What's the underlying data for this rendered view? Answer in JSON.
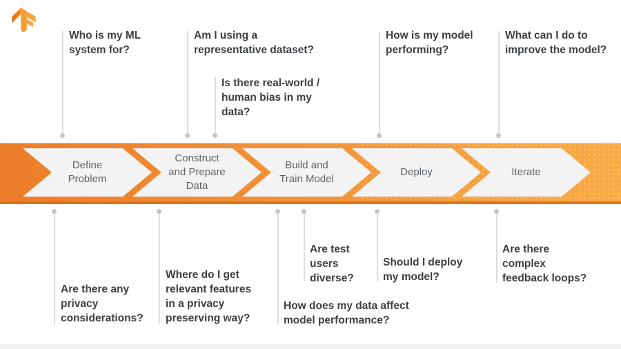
{
  "title": "TensorFlow ML workflow responsible-AI questions diagram",
  "colors": {
    "band_gradient_left": "#ED7D28",
    "band_gradient_right": "#F8AB43",
    "band_edge_dark": "#DE6F15",
    "chevron_fill": "#F2F3F2",
    "stage_text": "#5F6368",
    "question_text": "#3C4043",
    "leader_line": "#DBDDE0",
    "leader_dot": "#C2C5C9",
    "logo_dark_orange": "#E3650D",
    "logo_light_orange": "#F6A63C"
  },
  "stages": [
    {
      "label": [
        "Define",
        "Problem"
      ]
    },
    {
      "label": [
        "Construct",
        "and Prepare",
        "Data"
      ]
    },
    {
      "label": [
        "Build and",
        "Train Model"
      ]
    },
    {
      "label": [
        "Deploy"
      ]
    },
    {
      "label": [
        "Iterate"
      ]
    }
  ],
  "top_questions": [
    {
      "text": [
        "Who is my ML",
        "system for?"
      ]
    },
    {
      "text": [
        "Am I using a",
        "representative dataset?"
      ]
    },
    {
      "text": [
        "Is there real-world /",
        "human bias in my",
        "data?"
      ]
    },
    {
      "text": [
        "How is my model",
        "performing?"
      ]
    },
    {
      "text": [
        "What can I do to",
        "improve the model?"
      ]
    }
  ],
  "bottom_questions": [
    {
      "text": [
        "Are there any",
        "privacy",
        "considerations?"
      ]
    },
    {
      "text": [
        "Where do I get",
        "relevant features",
        "in a privacy",
        "preserving way?"
      ]
    },
    {
      "text": [
        "How does my data affect",
        "model performance?"
      ]
    },
    {
      "text": [
        "Are test",
        "users",
        "diverse?"
      ]
    },
    {
      "text": [
        "Should I deploy",
        "my model?"
      ]
    },
    {
      "text": [
        "Are there",
        "complex",
        "feedback loops?"
      ]
    }
  ]
}
